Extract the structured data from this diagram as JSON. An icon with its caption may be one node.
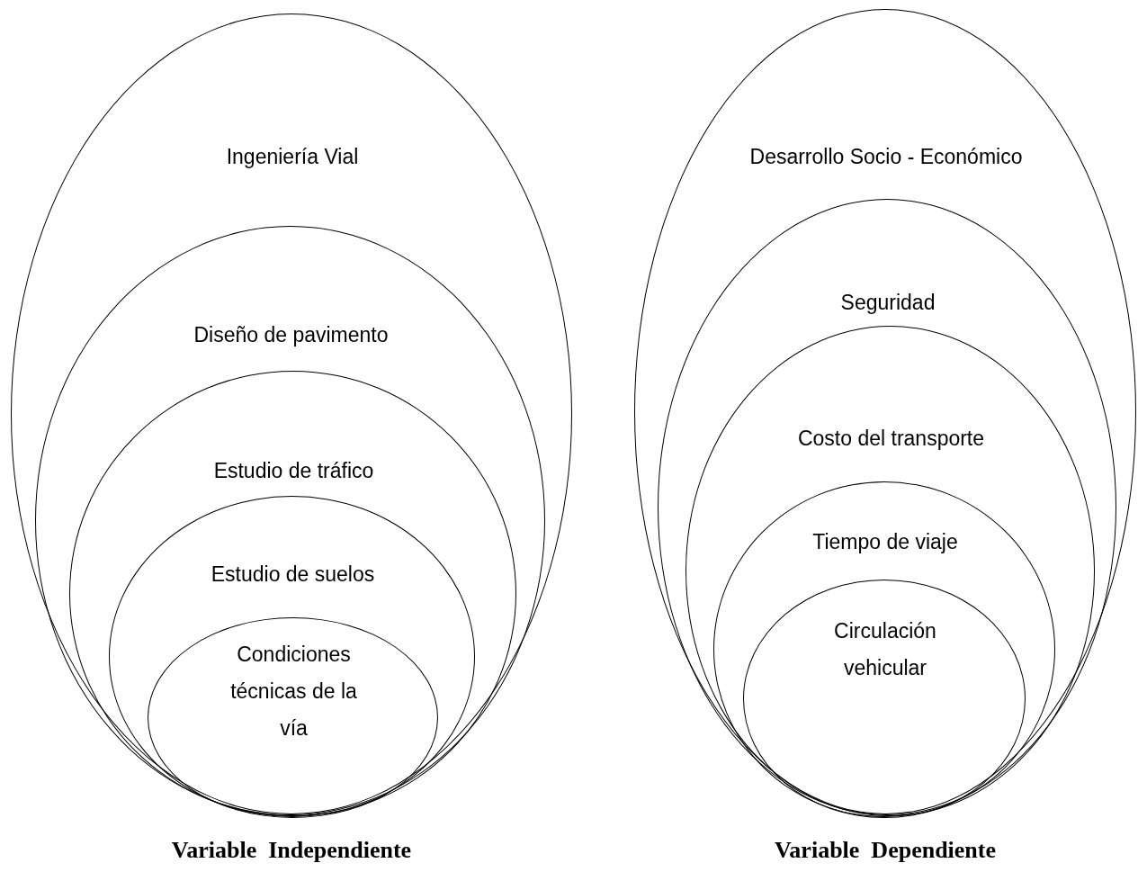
{
  "diagram": {
    "nodes": [
      {
        "text": [
          "Ingeniería Vial"
        ]
      },
      {
        "text": [
          "Diseño de pavimento"
        ],
        "in": 0
      },
      {
        "text": [
          "Estudio de tráfico"
        ],
        "in": 1
      },
      {
        "text": [
          "Estudio de suelos"
        ],
        "in": 2
      },
      {
        "text": [
          "Condiciones técnicas de la vía"
        ],
        "in": 3
      },
      {
        "text": [
          "Desarrollo Socio - Económico"
        ]
      },
      {
        "text": [
          "Seguridad"
        ],
        "in": 5
      },
      {
        "text": [
          "Costo del transporte"
        ],
        "in": 6
      },
      {
        "text": [
          "Tiempo de viaje"
        ],
        "in": 7
      },
      {
        "text": [
          "Circulación vehicular"
        ],
        "in": 8
      }
    ],
    "edges": [],
    "labels": [
      "Variable  Independiente",
      "Variable  Dependiente"
    ]
  }
}
